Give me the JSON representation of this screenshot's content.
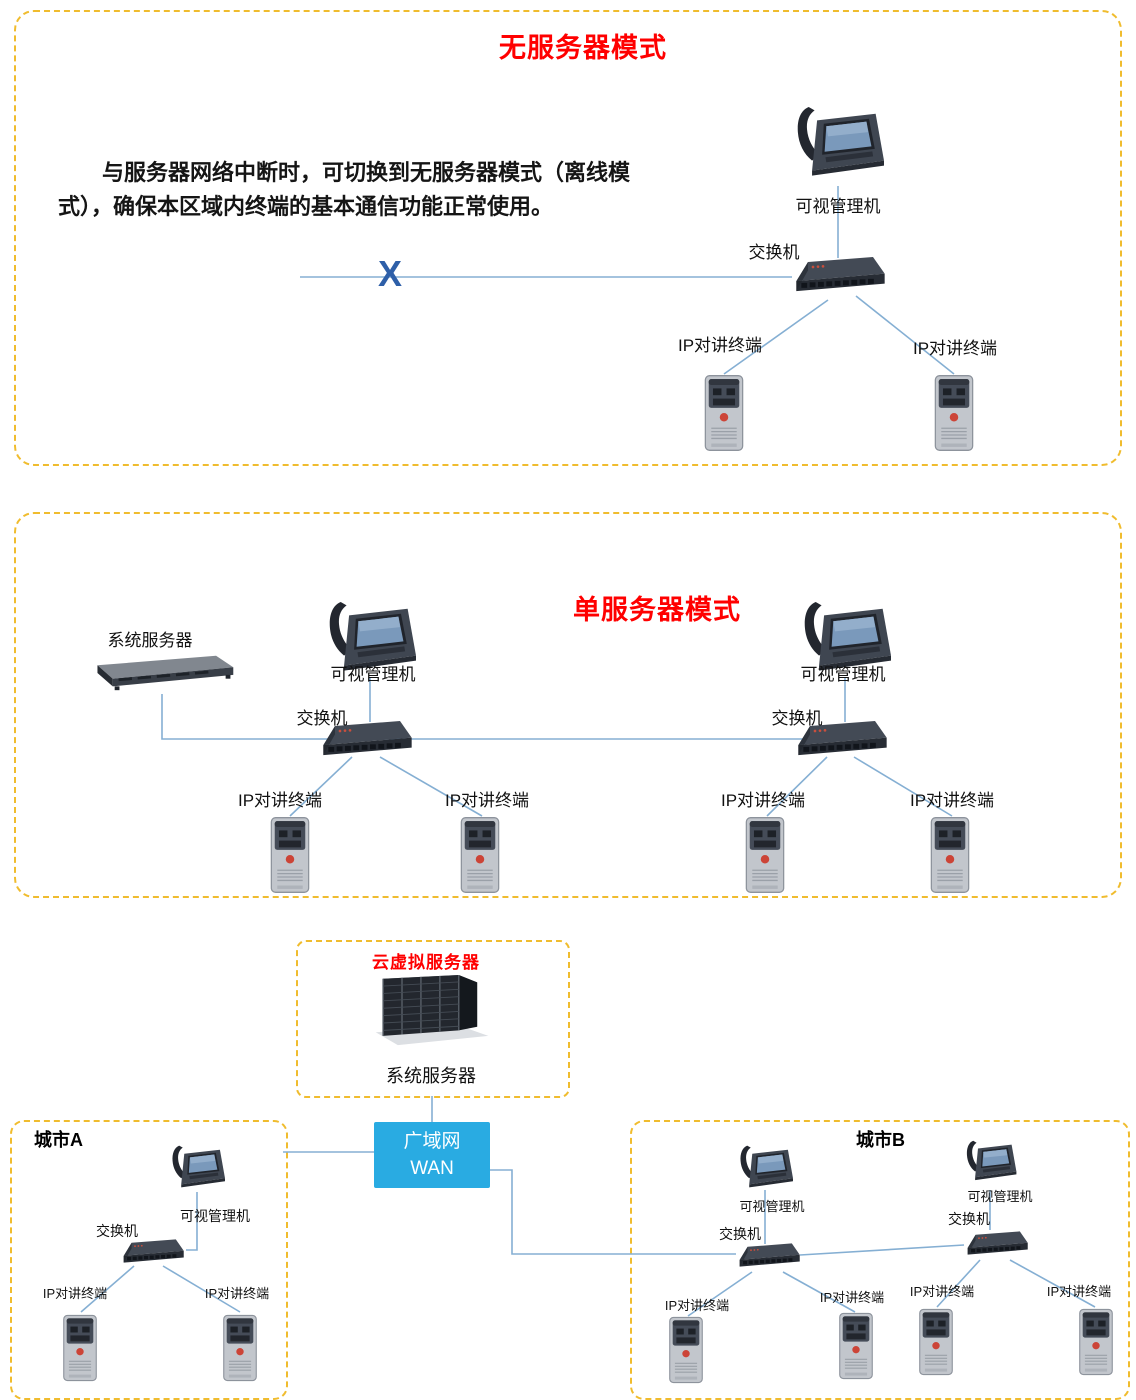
{
  "colors": {
    "section_title_red": "#ff0000",
    "box_border_yellow": "#f0bc2e",
    "connection_line_blue": "#85afd3",
    "x_mark_blue": "#2e5fa8",
    "wan_bg": "#29abe2",
    "wan_text": "#ffffff"
  },
  "serverless": {
    "title": "无服务器模式",
    "description": "与服务器网络中断时，可切换到无服务器模式（离线模式），确保本区域内终端的基本通信功能正常使用。",
    "x_mark": "X",
    "phone_label": "可视管理机",
    "switch_label": "交换机",
    "terminal_labels": [
      "IP对讲终端",
      "IP对讲终端"
    ]
  },
  "single_server": {
    "title": "单服务器模式",
    "server_label": "系统服务器",
    "left": {
      "phone_label": "可视管理机",
      "switch_label": "交换机"
    },
    "right": {
      "phone_label": "可视管理机",
      "switch_label": "交换机"
    },
    "terminal_labels": [
      "IP对讲终端",
      "IP对讲终端",
      "IP对讲终端",
      "IP对讲终端"
    ]
  },
  "cloud": {
    "title": "云虚拟服务器",
    "server_label": "系统服务器",
    "wan": {
      "line1": "广域网",
      "line2": "WAN"
    },
    "city_a": {
      "title": "城市A",
      "phone_label": "可视管理机",
      "switch_label": "交换机",
      "terminal_labels": [
        "IP对讲终端",
        "IP对讲终端"
      ]
    },
    "city_b": {
      "title": "城市B",
      "phone_labels": [
        "可视管理机",
        "可视管理机"
      ],
      "switch_labels": [
        "交换机",
        "交换机"
      ],
      "terminal_labels": [
        "IP对讲终端",
        "IP对讲终端",
        "IP对讲终端",
        "IP对讲终端"
      ]
    }
  }
}
